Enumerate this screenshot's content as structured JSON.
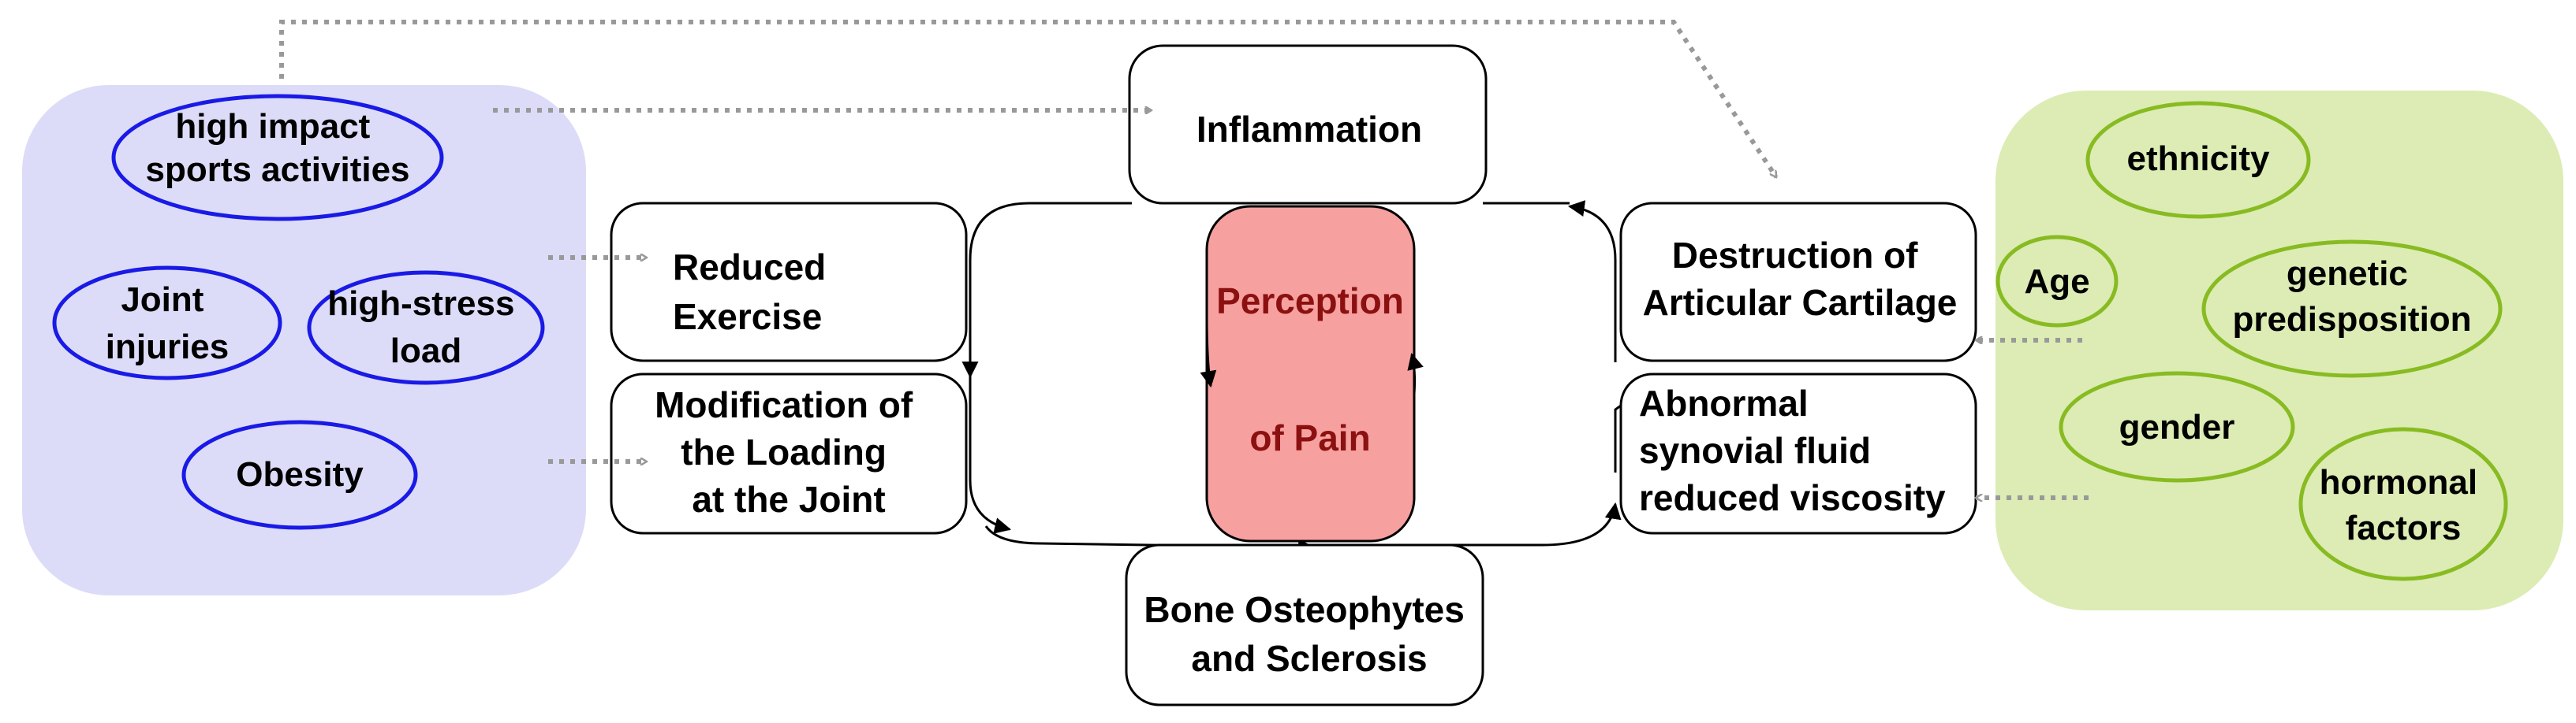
{
  "risk_factors_left": {
    "high_impact": [
      "high impact",
      "sports activities"
    ],
    "joint_injuries": [
      "Joint",
      "injuries"
    ],
    "high_stress": [
      "high-stress",
      "load"
    ],
    "obesity": [
      "Obesity"
    ]
  },
  "risk_factors_right": {
    "ethnicity": [
      "ethnicity"
    ],
    "age": [
      "Age"
    ],
    "genetic": [
      "genetic",
      "predisposition"
    ],
    "gender": [
      "gender"
    ],
    "hormonal": [
      "hormonal",
      "factors"
    ]
  },
  "boxes": {
    "inflammation": [
      "Inflammation"
    ],
    "reduced_exercise": [
      "Reduced",
      "Exercise"
    ],
    "modification": [
      "Modification of",
      "the Loading",
      "at the Joint"
    ],
    "bone": [
      "Bone Osteophytes",
      "and Sclerosis"
    ],
    "destruction": [
      "Destruction of",
      "Articular Cartilage"
    ],
    "synovial": [
      "Abnormal",
      "synovial fluid",
      "reduced viscosity"
    ],
    "pain": [
      "Perception",
      "of Pain"
    ]
  },
  "colors": {
    "left_group_fill": "#dcdcf8",
    "left_ellipse_stroke": "#1a1ae6",
    "right_group_fill": "#dcecb4",
    "right_ellipse_stroke": "#88bb22",
    "pain_fill": "#f7a0a0",
    "pain_text": "#8b1010",
    "dotted_arrow": "#999999"
  }
}
